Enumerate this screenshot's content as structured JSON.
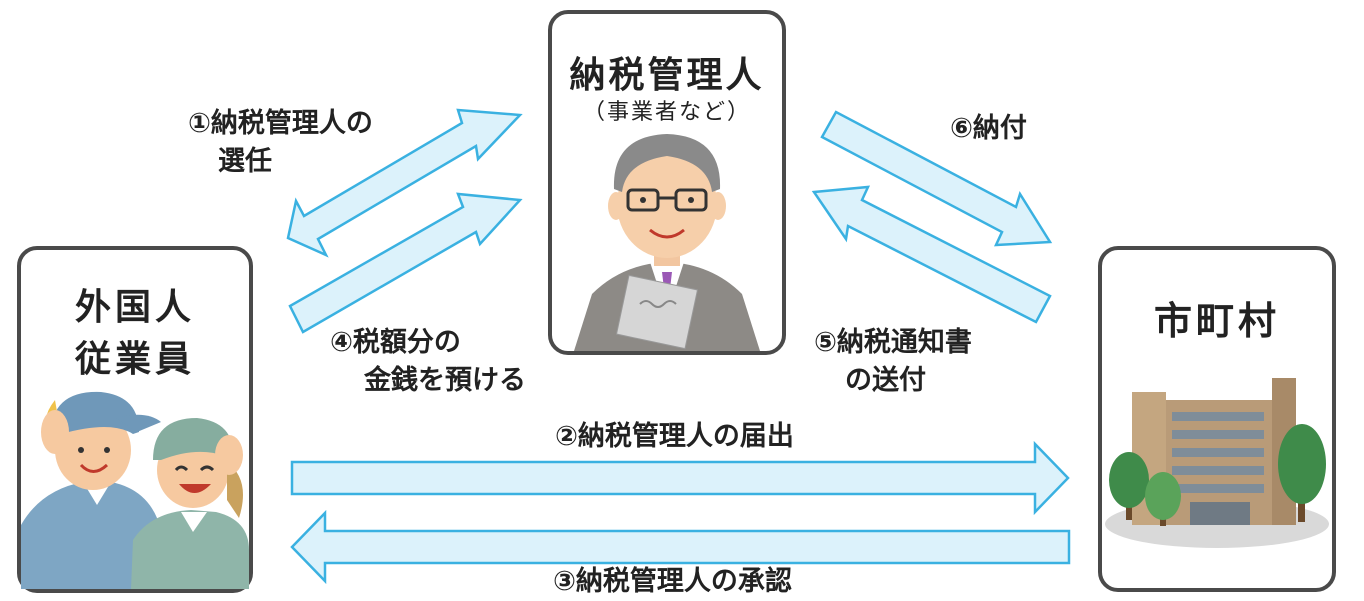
{
  "nodes": {
    "foreign_employee": {
      "line1": "外国人",
      "line2": "従業員"
    },
    "tax_agent": {
      "title": "納税管理人",
      "subtitle": "（事業者など）"
    },
    "municipality": {
      "title": "市町村"
    }
  },
  "steps": {
    "step1": {
      "line1": "①納税管理人の",
      "line2": "選任"
    },
    "step2": {
      "text": "②納税管理人の届出"
    },
    "step3": {
      "text": "③納税管理人の承認"
    },
    "step4": {
      "line1": "④税額分の",
      "line2": "金銭を預ける"
    },
    "step5": {
      "line1": "⑤納税通知書",
      "line2": "の送付"
    },
    "step6": {
      "text": "⑥納付"
    }
  },
  "colors": {
    "arrow_fill": "#dcf2fb",
    "arrow_stroke": "#3ab1e1",
    "box_border": "#4a4a4a"
  },
  "icons": [
    "workers-illustration",
    "businessman-illustration",
    "city-hall-building-illustration"
  ]
}
